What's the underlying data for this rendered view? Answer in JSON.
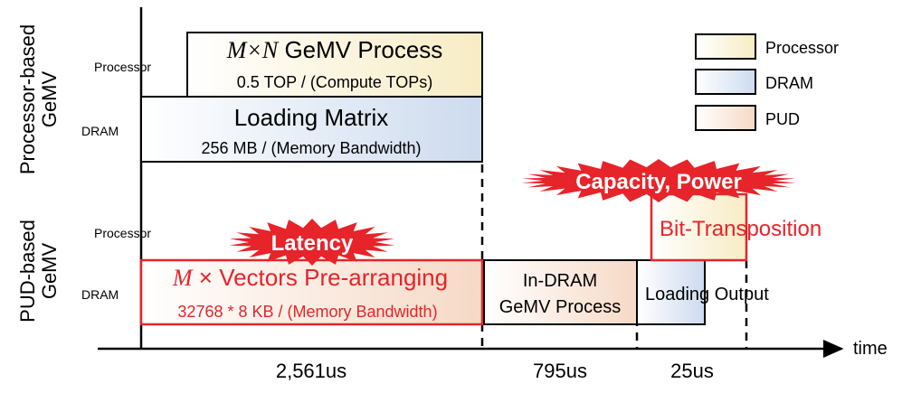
{
  "rows": {
    "processor_based_line1": "Processor-based",
    "processor_based_line2": "GeMV",
    "pud_based_line1": "PUD-based",
    "pud_based_line2": "GeMV",
    "processor_label_top": "Processor",
    "dram_label_top": "DRAM",
    "processor_label_bottom": "Processor",
    "dram_label_bottom": "DRAM"
  },
  "blocks": {
    "gemv_process_math": "M×N",
    "gemv_process_text": " GeMV Process",
    "gemv_process_sub": "0.5 TOP / (Compute TOPs)",
    "loading_matrix": "Loading Matrix",
    "loading_matrix_sub": "256 MB / (Memory Bandwidth)",
    "prearranging_math": "M",
    "prearranging_text": " × Vectors Pre-arranging",
    "prearranging_sub": "32768 * 8 KB / (Memory Bandwidth)",
    "indram_line1": "In-DRAM",
    "indram_line2": "GeMV Process",
    "loading_output": "Loading Output",
    "bit_transposition": "Bit-Transposition"
  },
  "badges": {
    "latency": "Latency",
    "capacity_power": "Capacity, Power"
  },
  "legend": {
    "processor": "Processor",
    "dram": "DRAM",
    "pud": "PUD"
  },
  "axis": {
    "label": "time",
    "durations": [
      "2,561us",
      "795us",
      "25us"
    ]
  },
  "colors": {
    "processor_fill": "#f7ecc4",
    "dram_fill": "#d3dff0",
    "pud_fill": "#f6dccb",
    "highlight": "#e6242a"
  }
}
